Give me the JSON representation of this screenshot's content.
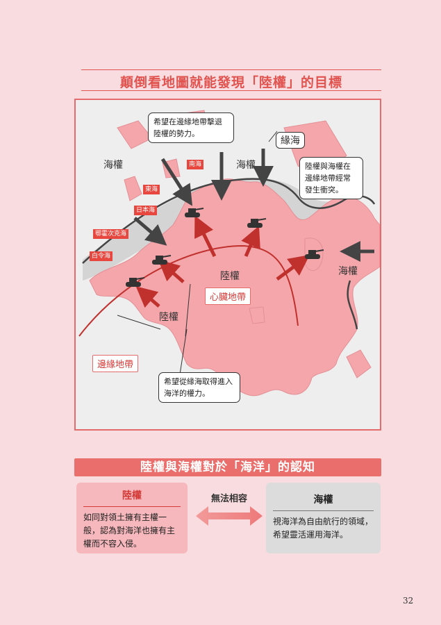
{
  "title": "顛倒看地圖就能發現「陸權」的目標",
  "map": {
    "callout_top": "希望在邊緣地帶擊退陸權的勢力。",
    "callout_right": "陸權與海權在邊緣地帶經常發生衝突。",
    "callout_bottom": "希望從緣海取得進入海洋的權力。",
    "sea_power_left": "海權",
    "sea_power_top": "海權",
    "sea_power_right": "海權",
    "marginal_sea": "緣海",
    "land_power_center": "陸權",
    "land_power_left": "陸權",
    "heartland": "心臟地帶",
    "rimland": "邊緣地帶",
    "seas": [
      "南海",
      "東海",
      "日本海",
      "鄂霍次克海",
      "白令海"
    ]
  },
  "banner": "陸權與海權對於「海洋」的認知",
  "land_card": {
    "heading": "陸權",
    "text": "如同對領土擁有主權一般，認為對海洋也擁有主權而不容入侵。"
  },
  "sea_card": {
    "heading": "海權",
    "text": "視海洋為自由航行的領域，希望靈活運用海洋。"
  },
  "conflict_label": "無法相容",
  "page_number": "32",
  "colors": {
    "accent": "#e0534f",
    "land": "#f4a6ab",
    "sea_bg": "#eeeeee",
    "arrow_red": "#c0302c",
    "arrow_dark": "#444444"
  }
}
